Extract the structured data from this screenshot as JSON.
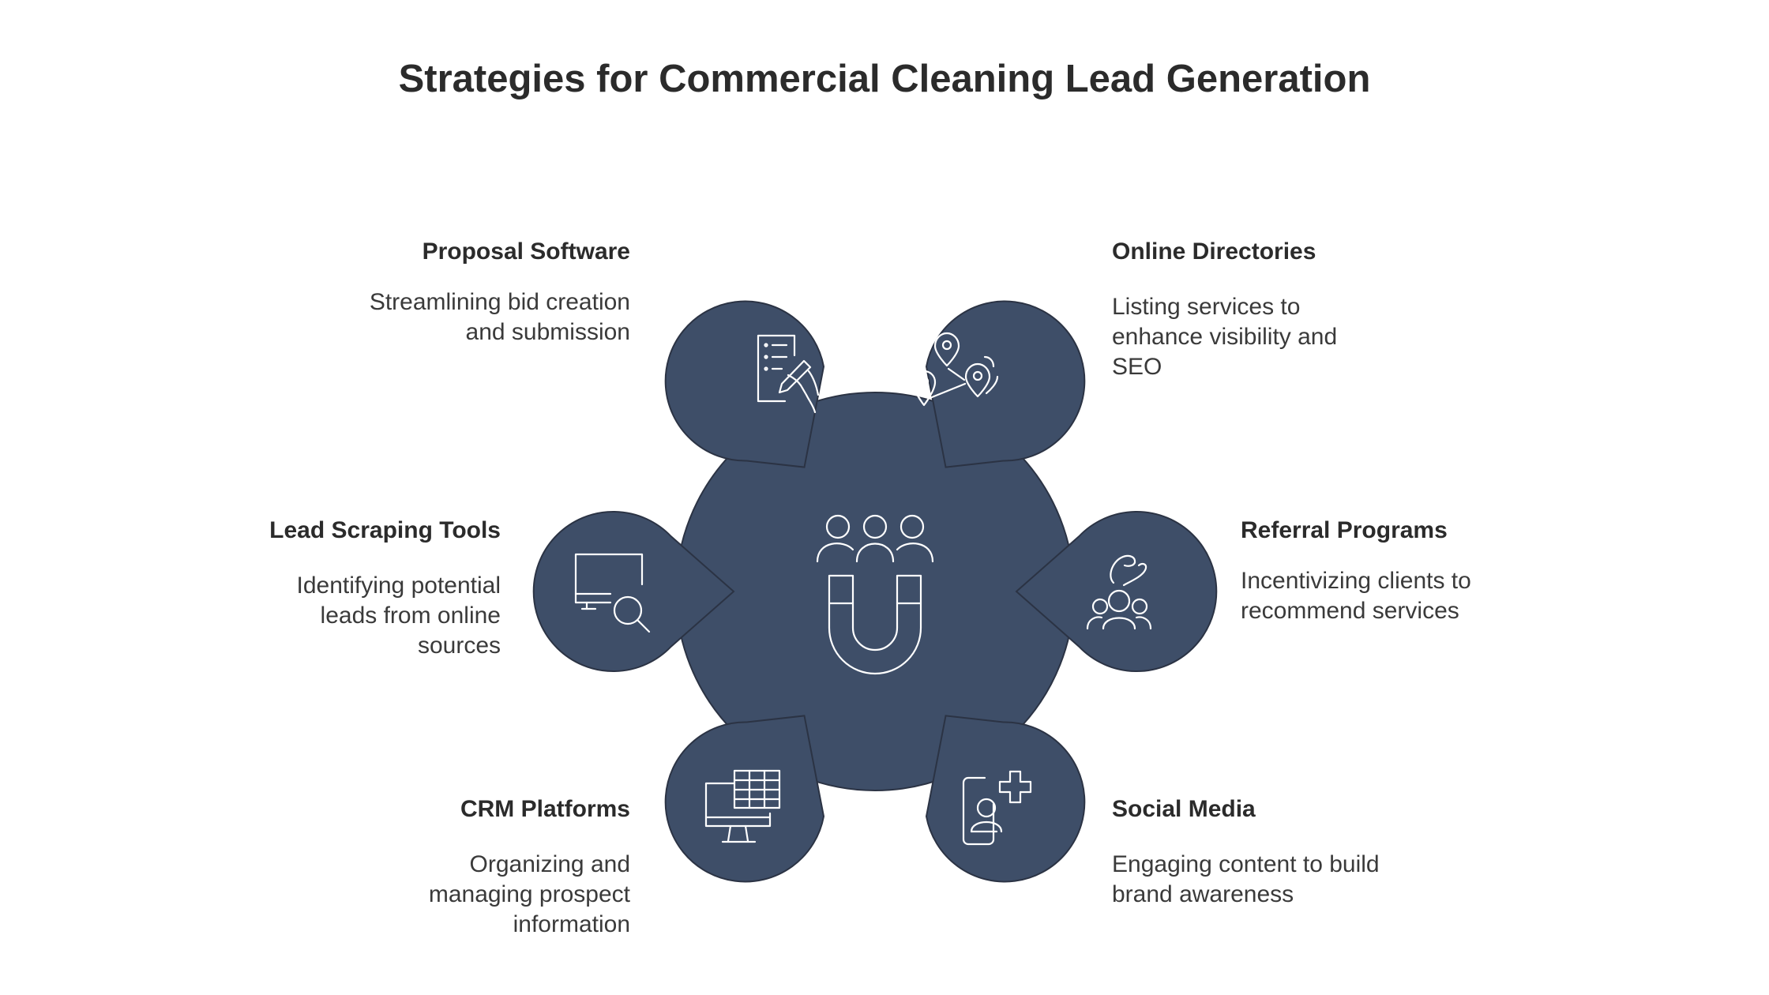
{
  "title": "Strategies for Commercial Cleaning Lead Generation",
  "colors": {
    "node_fill": "#3e4e68",
    "node_stroke": "#2b3344",
    "icon_stroke": "#ffffff",
    "background": "#ffffff"
  },
  "center": {
    "icon": "magnet-people-icon"
  },
  "items": [
    {
      "id": "proposal-software",
      "title": "Proposal Software",
      "description": "Streamlining bid creation and submission",
      "icon": "document-signing-icon"
    },
    {
      "id": "online-directories",
      "title": "Online Directories",
      "description": "Listing services to enhance visibility and SEO",
      "icon": "map-pins-icon"
    },
    {
      "id": "lead-scraping-tools",
      "title": "Lead Scraping Tools",
      "description": "Identifying potential leads from online sources",
      "icon": "monitor-search-icon"
    },
    {
      "id": "referral-programs",
      "title": "Referral Programs",
      "description": "Incentivizing clients to recommend services",
      "icon": "referral-group-icon"
    },
    {
      "id": "crm-platforms",
      "title": "CRM Platforms",
      "description": "Organizing and managing prospect information",
      "icon": "monitor-spreadsheet-icon"
    },
    {
      "id": "social-media",
      "title": "Social Media",
      "description": "Engaging content to build brand awareness",
      "icon": "phone-profile-plus-icon"
    }
  ]
}
